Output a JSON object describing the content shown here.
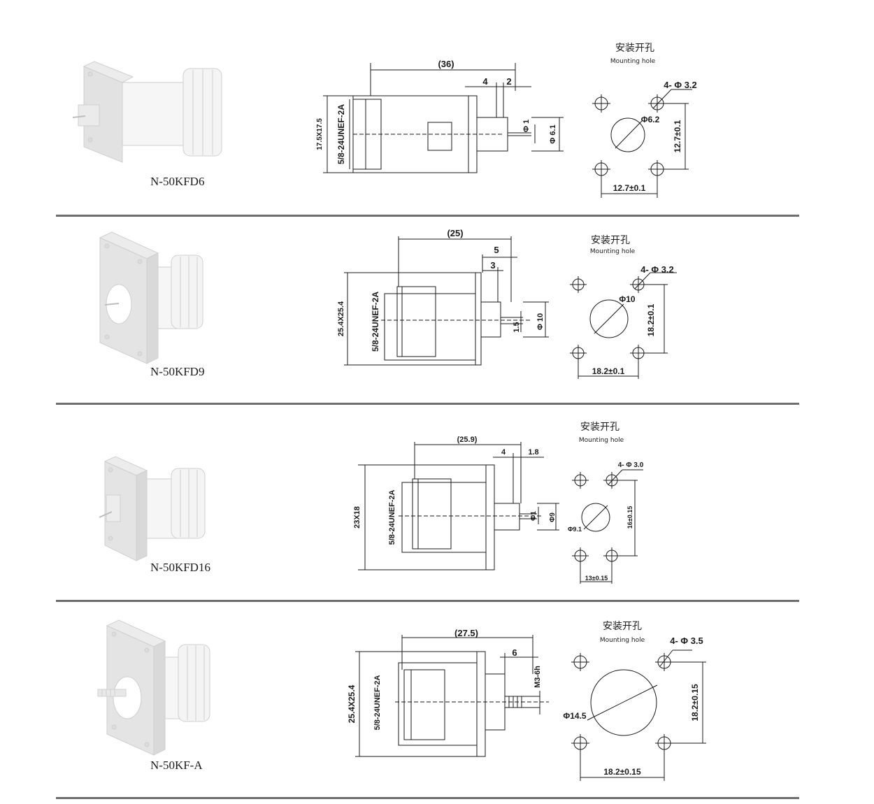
{
  "mounting_title_cn": "安装开孔",
  "mounting_title_en": "Mounting hole",
  "thread_spec": "5/8-24UNEF-2A",
  "colors": {
    "line": "#1a1a1a",
    "divider": "#6e6e6e",
    "render_face": "#f2f2f2",
    "render_shadow": "#cfcfcf"
  },
  "products": [
    {
      "model": "N-50KFD6",
      "flange": "17.5X17.5",
      "overall_length": "(36)",
      "dims": [
        "4",
        "2"
      ],
      "pin_dia": "Φ 1",
      "post_dia": "Φ 6.1",
      "hole_spec": "4- Φ 3.2",
      "center_hole": "Φ6.2",
      "pitch_v": "12.7±0.1",
      "pitch_h": "12.7±0.1"
    },
    {
      "model": "N-50KFD9",
      "flange": "25.4X25.4",
      "overall_length": "(25)",
      "dims": [
        "5",
        "3"
      ],
      "pin_dia": "1.5",
      "post_dia": "Φ 10",
      "hole_spec": "4- Φ 3.2",
      "center_hole": "Φ10",
      "pitch_v": "18.2±0.1",
      "pitch_h": "18.2±0.1"
    },
    {
      "model": "N-50KFD16",
      "flange": "23X18",
      "overall_length": "(25.9)",
      "dims": [
        "4",
        "1.8"
      ],
      "pin_dia": "Φ1",
      "post_dia": "Φ9",
      "hole_spec": "4- Φ 3.0",
      "center_hole": "Φ9.1",
      "pitch_v": "16±0.15",
      "pitch_h": "13±0.15"
    },
    {
      "model": "N-50KF-A",
      "flange": "25.4X25.4",
      "overall_length": "(27.5)",
      "dims": [
        "6"
      ],
      "pin_dia": "M3-6h",
      "post_dia": "",
      "hole_spec": "4- Φ 3.5",
      "center_hole": "Φ14.5",
      "pitch_v": "18.2±0.15",
      "pitch_h": "18.2±0.15"
    }
  ]
}
